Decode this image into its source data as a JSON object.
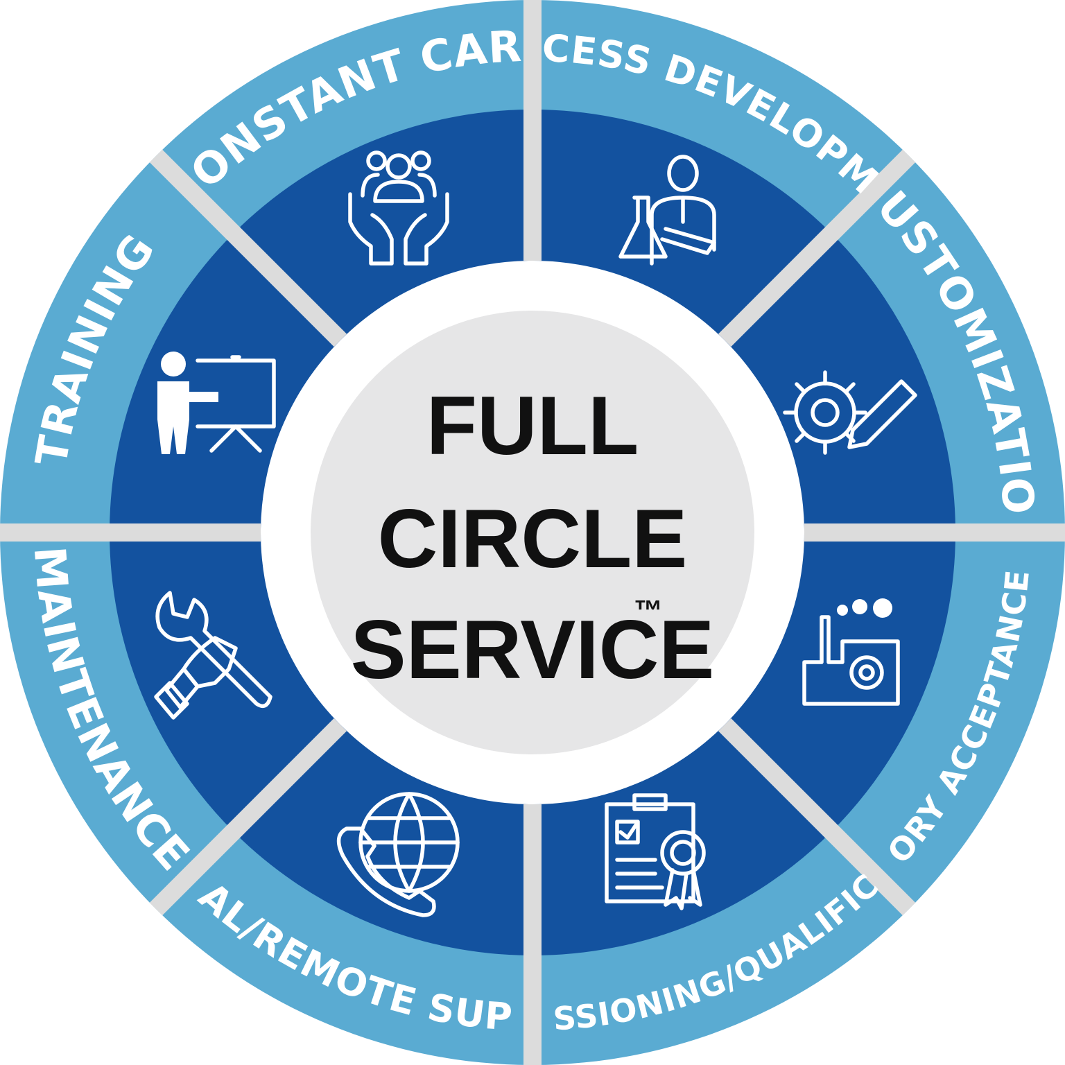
{
  "title_lines": [
    "FULL",
    "CIRCLE",
    "SERVICE"
  ],
  "trademark": "™",
  "segments": [
    {
      "label": "CONSTANT CARE",
      "icon": "hands-holding-people-icon"
    },
    {
      "label": "PROCESS DEVELOPMENT",
      "icon": "scientist-flask-icon"
    },
    {
      "label": "CUSTOMIZATION",
      "icon": "gear-pencil-icon"
    },
    {
      "label": "FACTORY ACCEPTANCE TEST",
      "icon": "factory-gear-icon"
    },
    {
      "label": "COMMISSIONING/QUALIFICATION",
      "icon": "clipboard-certificate-icon"
    },
    {
      "label": "GLOBAL/REMOTE SUPPORT",
      "icon": "globe-phone-icon"
    },
    {
      "label": "MAINTENANCE",
      "icon": "hand-wrench-icon"
    },
    {
      "label": "TRAINING",
      "icon": "presenter-board-icon"
    }
  ],
  "colors": {
    "outer_ring": "#5aabd2",
    "inner_ring": "#13529f",
    "divider": "#dcdcdc",
    "hub": "#e6e6e7",
    "hub_ring": "#ffffff",
    "title": "#111111",
    "label": "#ffffff"
  }
}
